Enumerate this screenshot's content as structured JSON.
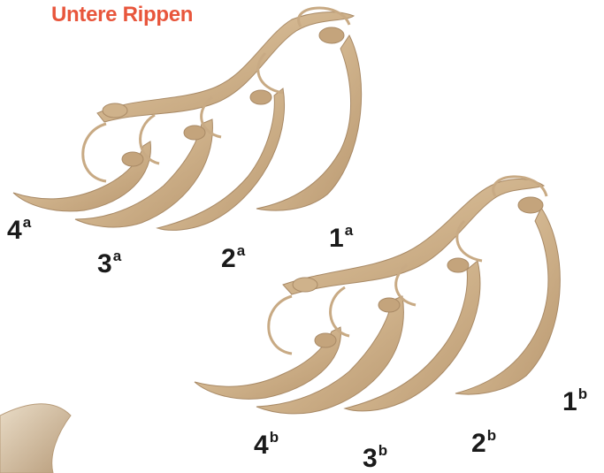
{
  "title": "Untere Rippen",
  "colors": {
    "title": "#e8563c",
    "label": "#1a1a1a",
    "bone_fill": "#d4b894",
    "bone_stroke": "#a98a66"
  },
  "ribs": {
    "set_a": {
      "labels": [
        {
          "num": "4",
          "sup": "a"
        },
        {
          "num": "3",
          "sup": "a"
        },
        {
          "num": "2",
          "sup": "a"
        },
        {
          "num": "1",
          "sup": "a"
        }
      ]
    },
    "set_b": {
      "labels": [
        {
          "num": "4",
          "sup": "b"
        },
        {
          "num": "3",
          "sup": "b"
        },
        {
          "num": "2",
          "sup": "b"
        },
        {
          "num": "1",
          "sup": "b"
        }
      ]
    }
  }
}
